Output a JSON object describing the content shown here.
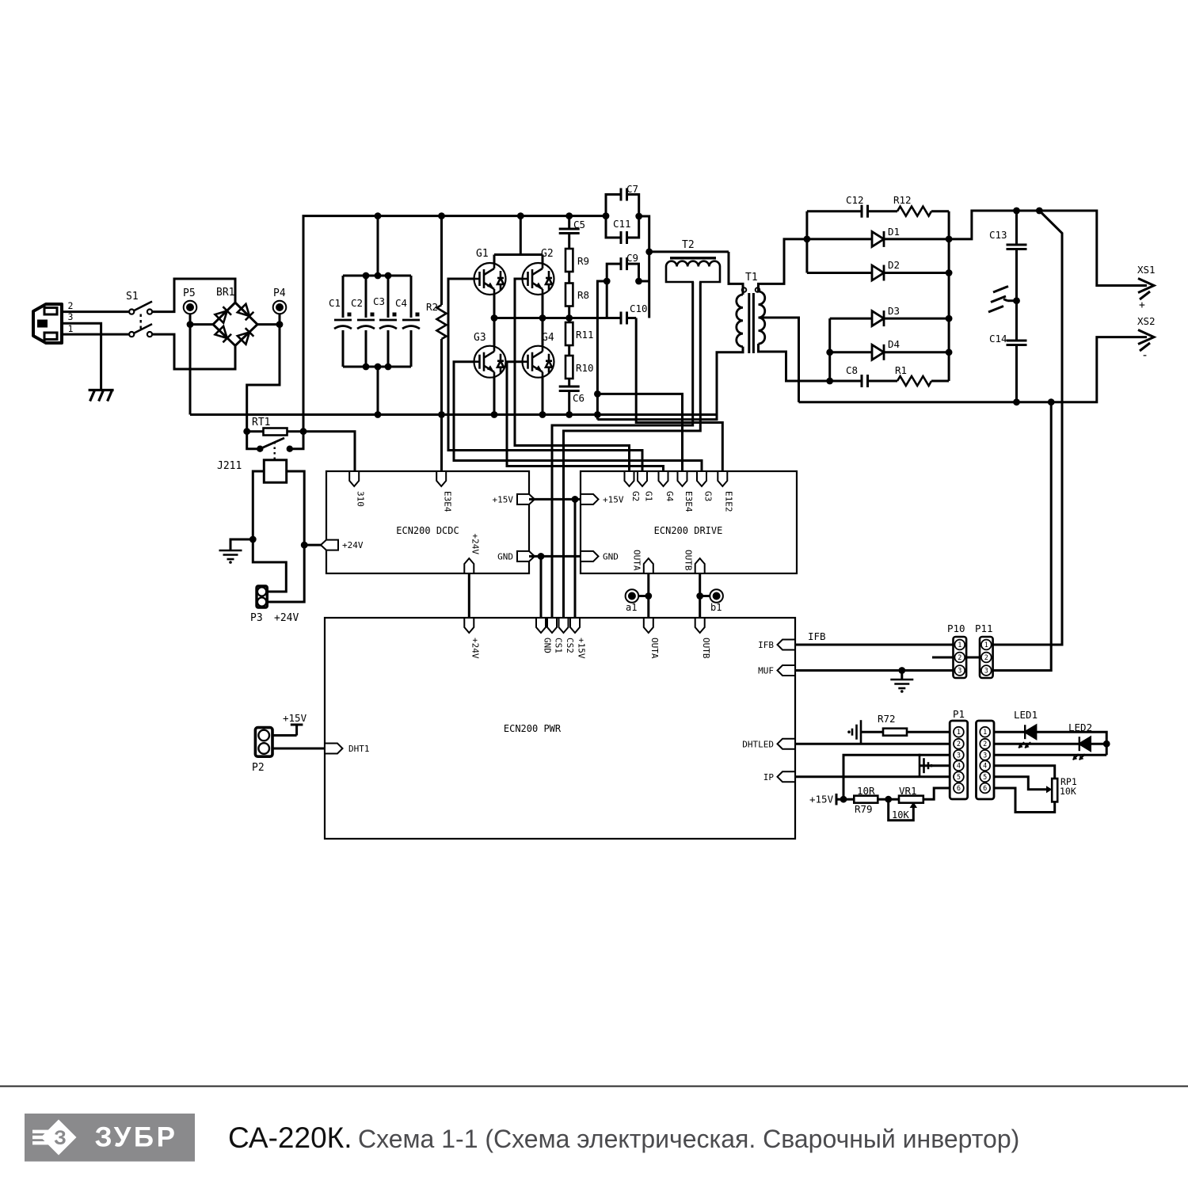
{
  "footer": {
    "brand": "ЗУБР",
    "brand_letter": "З",
    "model": "СА-220К.",
    "subtitle": "Схема 1-1 (Схема электрическая. Сварочный инвертор)",
    "logo_color": "#8a8a8c"
  },
  "blocks": {
    "dcdc": "ECN200 DCDC",
    "drive": "ECN200 DRIVE",
    "pwr": "ECN200 PWR"
  },
  "components": {
    "s1": "S1",
    "p5": "P5",
    "br1": "BR1",
    "p4": "P4",
    "rt1": "RT1",
    "j211": "J211",
    "c1": "C1",
    "c2": "C2",
    "c3": "C3",
    "c4": "C4",
    "r2": "R2",
    "g1": "G1",
    "g2": "G2",
    "g3": "G3",
    "g4": "G4",
    "c5": "C5",
    "r9": "R9",
    "r8": "R8",
    "r11": "R11",
    "r10": "R10",
    "c6": "C6",
    "c7": "C7",
    "c11": "C11",
    "c9": "C9",
    "c10": "C10",
    "t2": "T2",
    "t1": "T1",
    "c12": "C12",
    "r12": "R12",
    "d1": "D1",
    "d2": "D2",
    "d3": "D3",
    "d4": "D4",
    "c8": "C8",
    "r1": "R1",
    "c13": "C13",
    "c14": "C14",
    "xs1": "XS1",
    "xs2": "XS2",
    "p2": "P2",
    "p3": "P3",
    "p10": "P10",
    "p11": "P11",
    "p1": "P1",
    "led1": "LED1",
    "led2": "LED2",
    "r72": "R72",
    "r79": "R79",
    "r79_value": "10R",
    "vr1": "VR1",
    "vr1_value": "10K",
    "rp1": "RP1",
    "rp1_value": "10K"
  },
  "pins": {
    "dcdc_310": "310",
    "dcdc_e3e4": "E3E4",
    "dcdc_15v": "+15V",
    "dcdc_gnd": "GND",
    "dcdc_24v": "+24V",
    "dcdc_24v_bottom": "+24V",
    "drive_g2": "G2",
    "drive_g1": "G1",
    "drive_g4": "G4",
    "drive_e3e4": "E3E4",
    "drive_g3": "G3",
    "drive_e1e2": "E1E2",
    "drive_15v": "+15V",
    "drive_gnd": "GND",
    "drive_outa": "OUTA",
    "drive_outb": "OUTB",
    "pwr_24v": "+24V",
    "pwr_gnd": "GND",
    "pwr_cs1": "CS1",
    "pwr_cs2": "CS2",
    "pwr_15v": "+15V",
    "pwr_outa": "OUTA",
    "pwr_outb": "OUTB",
    "pwr_ifb": "IFB",
    "pwr_muf": "MUF",
    "pwr_dhtled": "DHTLED",
    "pwr_ip": "IP",
    "pwr_dht1": "DHT1"
  },
  "nets": {
    "ifb": "IFB",
    "plus24": "+24V",
    "plus15_p2": "+15V",
    "plus15_pot": "+15V",
    "plus_out": "+",
    "minus_out": "-",
    "tp_a1": "a1",
    "tp_b1": "b1"
  },
  "plug": {
    "pin_top": "2",
    "pin_mid": "3",
    "pin_bottom": "1"
  },
  "conn_pins": {
    "p10": [
      "1",
      "2",
      "3"
    ],
    "p11": [
      "1",
      "2",
      "3"
    ],
    "p1": [
      "1",
      "2",
      "3",
      "4",
      "5",
      "6"
    ],
    "p1b": [
      "1",
      "2",
      "3",
      "4",
      "5",
      "6"
    ]
  }
}
